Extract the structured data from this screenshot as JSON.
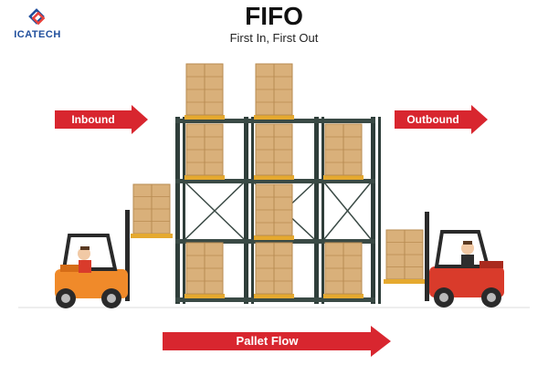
{
  "brand": {
    "name": "ICATECH",
    "logo_icon": "diamond-logo-icon",
    "color": "#1f4e9c",
    "accent": "#e8423c"
  },
  "header": {
    "title": "FIFO",
    "subtitle": "First In, First Out"
  },
  "arrows": {
    "inbound": "Inbound",
    "outbound": "Outbound",
    "pallet_flow": "Pallet Flow"
  },
  "colors": {
    "arrow": "#d8262f",
    "rack_frame": "#2f3e3a",
    "rack_beam": "#3a4a45",
    "box": "#d9b07a",
    "pallet": "#e5a92f",
    "forklift_left": "#f08a2a",
    "forklift_right": "#d93b2b"
  }
}
